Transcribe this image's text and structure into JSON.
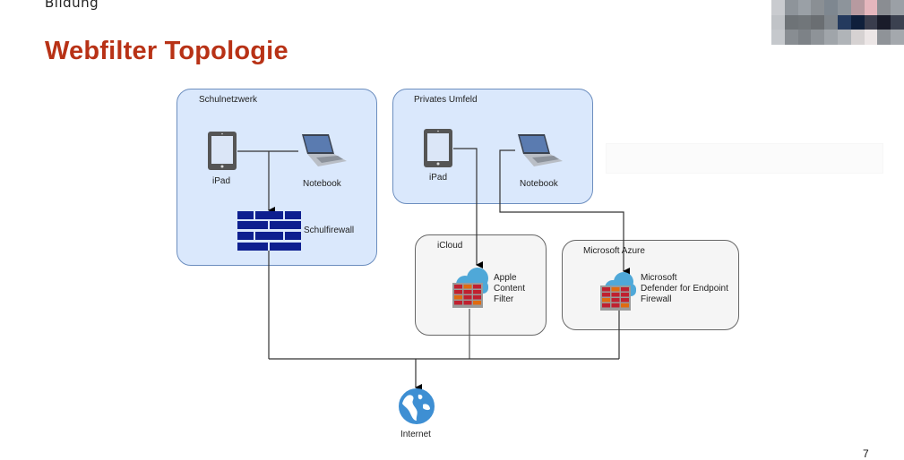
{
  "header": {
    "section_label": "Bildung",
    "title": "Webfilter Topologie"
  },
  "colors": {
    "title": "#b83216",
    "group_blue_fill": "#dae8fc",
    "group_blue_stroke": "#6c8ebf",
    "group_gray_fill": "#f5f5f5",
    "group_gray_stroke": "#666666",
    "firewall_blue": "#0d1f8f",
    "firewall_red": "#c0202f",
    "firewall_orange": "#e06a10",
    "cloud_blue": "#4fa8d8",
    "globe_blue": "#3e8fd3"
  },
  "diagram": {
    "groups": [
      {
        "id": "schulnetzwerk",
        "label": "Schulnetzwerk"
      },
      {
        "id": "privates",
        "label": "Privates Umfeld"
      },
      {
        "id": "icloud",
        "label": "iCloud"
      },
      {
        "id": "azure",
        "label": "Microsoft Azure"
      }
    ],
    "nodes": {
      "school_ipad": "iPad",
      "school_notebook": "Notebook",
      "school_firewall": "Schulfirewall",
      "private_ipad": "iPad",
      "private_notebook": "Notebook",
      "apple_filter": [
        "Apple",
        "Content",
        "Filter"
      ],
      "ms_defender": [
        "Microsoft",
        "Defender for Endpoint",
        "Firewall"
      ],
      "internet": "Internet"
    }
  },
  "footer": {
    "page_number": "7"
  }
}
